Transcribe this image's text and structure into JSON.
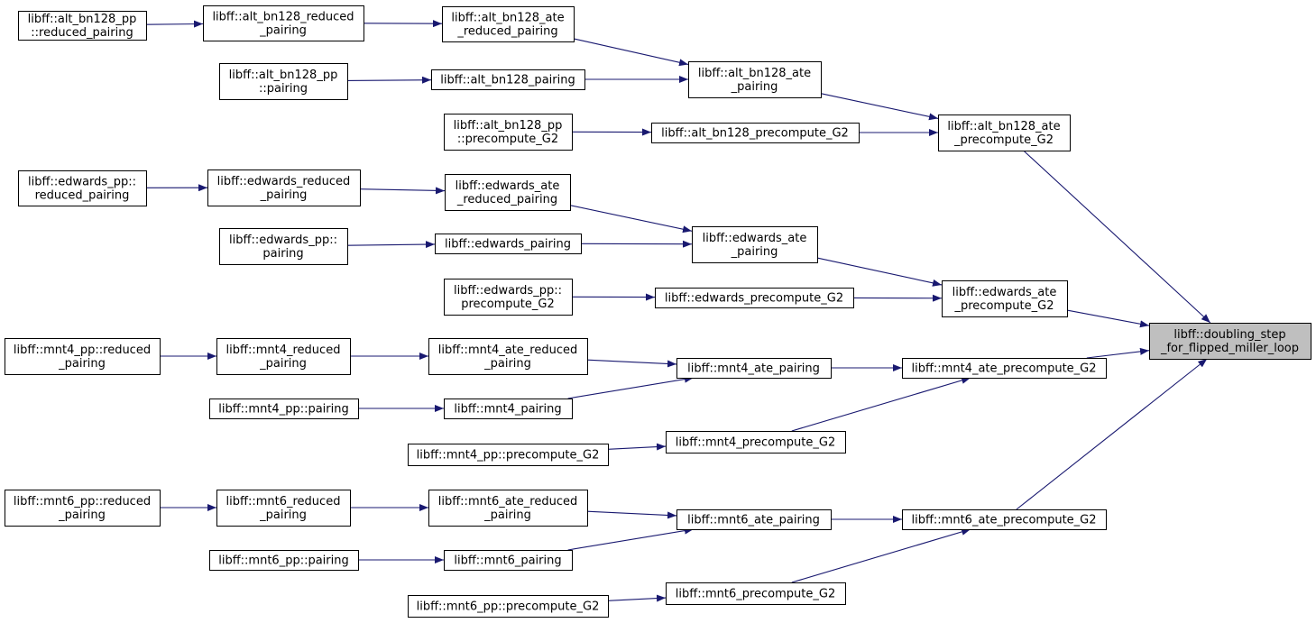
{
  "colors": {
    "edge": "#191970",
    "highlight_fill": "#bfbfbf",
    "node_fill": "#ffffff",
    "node_stroke": "#000000"
  },
  "nodes": [
    {
      "id": "n01",
      "lines": [
        "libff::alt_bn128_pp",
        "::reduced_pairing"
      ]
    },
    {
      "id": "n02",
      "lines": [
        "libff::alt_bn128_reduced",
        "_pairing"
      ]
    },
    {
      "id": "n03",
      "lines": [
        "libff::alt_bn128_ate",
        "_reduced_pairing"
      ]
    },
    {
      "id": "n04",
      "lines": [
        "libff::alt_bn128_pp",
        "::pairing"
      ]
    },
    {
      "id": "n05",
      "lines": [
        "libff::alt_bn128_pairing"
      ]
    },
    {
      "id": "n06",
      "lines": [
        "libff::alt_bn128_ate",
        "_pairing"
      ]
    },
    {
      "id": "n07",
      "lines": [
        "libff::alt_bn128_pp",
        "::precompute_G2"
      ]
    },
    {
      "id": "n08",
      "lines": [
        "libff::alt_bn128_precompute_G2"
      ]
    },
    {
      "id": "n09",
      "lines": [
        "libff::alt_bn128_ate",
        "_precompute_G2"
      ]
    },
    {
      "id": "n10",
      "lines": [
        "libff::edwards_pp::",
        "reduced_pairing"
      ]
    },
    {
      "id": "n11",
      "lines": [
        "libff::edwards_reduced",
        "_pairing"
      ]
    },
    {
      "id": "n12",
      "lines": [
        "libff::edwards_ate",
        "_reduced_pairing"
      ]
    },
    {
      "id": "n13",
      "lines": [
        "libff::edwards_pp::",
        "pairing"
      ]
    },
    {
      "id": "n14",
      "lines": [
        "libff::edwards_pairing"
      ]
    },
    {
      "id": "n15",
      "lines": [
        "libff::edwards_ate",
        "_pairing"
      ]
    },
    {
      "id": "n16",
      "lines": [
        "libff::edwards_pp::",
        "precompute_G2"
      ]
    },
    {
      "id": "n17",
      "lines": [
        "libff::edwards_precompute_G2"
      ]
    },
    {
      "id": "n18",
      "lines": [
        "libff::edwards_ate",
        "_precompute_G2"
      ]
    },
    {
      "id": "n19",
      "lines": [
        "libff::doubling_step",
        "_for_flipped_miller_loop"
      ],
      "highlight": true
    },
    {
      "id": "n20",
      "lines": [
        "libff::mnt4_pp::reduced",
        "_pairing"
      ]
    },
    {
      "id": "n21",
      "lines": [
        "libff::mnt4_reduced",
        "_pairing"
      ]
    },
    {
      "id": "n22",
      "lines": [
        "libff::mnt4_ate_reduced",
        "_pairing"
      ]
    },
    {
      "id": "n23",
      "lines": [
        "libff::mnt4_ate_pairing"
      ]
    },
    {
      "id": "n24",
      "lines": [
        "libff::mnt4_ate_precompute_G2"
      ]
    },
    {
      "id": "n25",
      "lines": [
        "libff::mnt4_pp::pairing"
      ]
    },
    {
      "id": "n26",
      "lines": [
        "libff::mnt4_pairing"
      ]
    },
    {
      "id": "n27",
      "lines": [
        "libff::mnt4_pp::precompute_G2"
      ]
    },
    {
      "id": "n28",
      "lines": [
        "libff::mnt4_precompute_G2"
      ]
    },
    {
      "id": "n29",
      "lines": [
        "libff::mnt6_pp::reduced",
        "_pairing"
      ]
    },
    {
      "id": "n30",
      "lines": [
        "libff::mnt6_reduced",
        "_pairing"
      ]
    },
    {
      "id": "n31",
      "lines": [
        "libff::mnt6_ate_reduced",
        "_pairing"
      ]
    },
    {
      "id": "n32",
      "lines": [
        "libff::mnt6_ate_pairing"
      ]
    },
    {
      "id": "n33",
      "lines": [
        "libff::mnt6_ate_precompute_G2"
      ]
    },
    {
      "id": "n34",
      "lines": [
        "libff::mnt6_pp::pairing"
      ]
    },
    {
      "id": "n35",
      "lines": [
        "libff::mnt6_pairing"
      ]
    },
    {
      "id": "n36",
      "lines": [
        "libff::mnt6_pp::precompute_G2"
      ]
    },
    {
      "id": "n37",
      "lines": [
        "libff::mnt6_precompute_G2"
      ]
    }
  ],
  "edges": [
    {
      "from": "n01",
      "to": "n02"
    },
    {
      "from": "n02",
      "to": "n03"
    },
    {
      "from": "n03",
      "to": "n06"
    },
    {
      "from": "n04",
      "to": "n05"
    },
    {
      "from": "n05",
      "to": "n06"
    },
    {
      "from": "n06",
      "to": "n09"
    },
    {
      "from": "n07",
      "to": "n08"
    },
    {
      "from": "n08",
      "to": "n09"
    },
    {
      "from": "n09",
      "to": "n19"
    },
    {
      "from": "n10",
      "to": "n11"
    },
    {
      "from": "n11",
      "to": "n12"
    },
    {
      "from": "n12",
      "to": "n15"
    },
    {
      "from": "n13",
      "to": "n14"
    },
    {
      "from": "n14",
      "to": "n15"
    },
    {
      "from": "n15",
      "to": "n18"
    },
    {
      "from": "n16",
      "to": "n17"
    },
    {
      "from": "n17",
      "to": "n18"
    },
    {
      "from": "n18",
      "to": "n19"
    },
    {
      "from": "n20",
      "to": "n21"
    },
    {
      "from": "n21",
      "to": "n22"
    },
    {
      "from": "n22",
      "to": "n23"
    },
    {
      "from": "n25",
      "to": "n26"
    },
    {
      "from": "n26",
      "to": "n23"
    },
    {
      "from": "n23",
      "to": "n24"
    },
    {
      "from": "n27",
      "to": "n28"
    },
    {
      "from": "n28",
      "to": "n24"
    },
    {
      "from": "n24",
      "to": "n19"
    },
    {
      "from": "n29",
      "to": "n30"
    },
    {
      "from": "n30",
      "to": "n31"
    },
    {
      "from": "n31",
      "to": "n32"
    },
    {
      "from": "n34",
      "to": "n35"
    },
    {
      "from": "n35",
      "to": "n32"
    },
    {
      "from": "n32",
      "to": "n33"
    },
    {
      "from": "n36",
      "to": "n37"
    },
    {
      "from": "n37",
      "to": "n33"
    },
    {
      "from": "n33",
      "to": "n19"
    }
  ]
}
